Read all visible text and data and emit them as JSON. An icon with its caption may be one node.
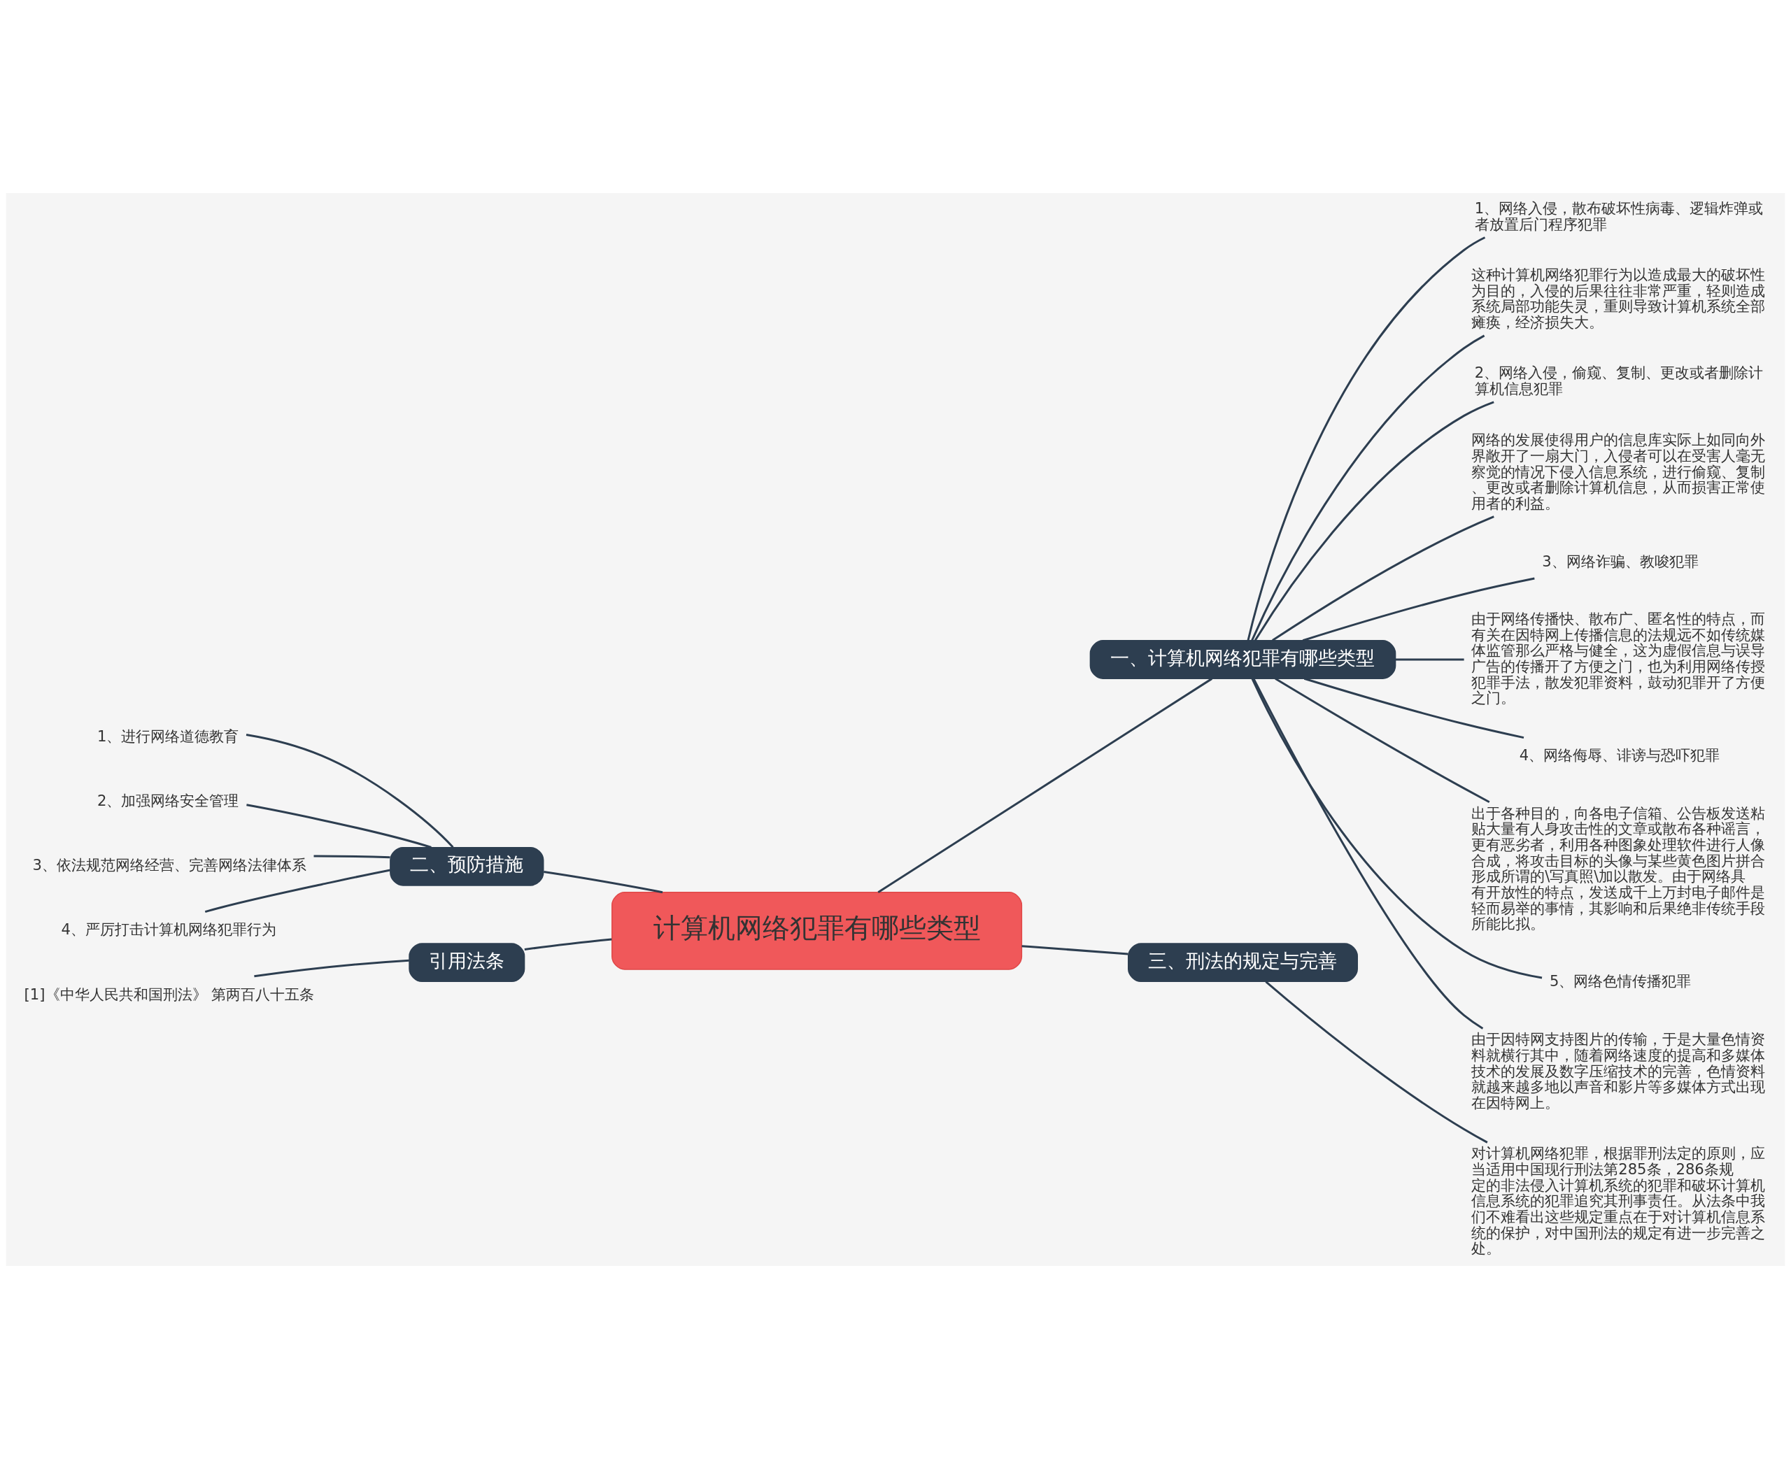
{
  "diagram": {
    "nodes": [
      {
        "text": [
          "计算机网络犯罪有哪些类型"
        ]
      },
      {
        "text": [
          "一、计算机网络犯罪有哪些类型"
        ]
      },
      {
        "text": [
          "1、网络入侵，散布破坏性病毒、逻辑炸弹或者放置后门程序犯罪"
        ]
      },
      {
        "text": [
          "这种计算机网络犯罪行为以造成最大的破坏性为目的，入侵的后果往往非常严重，轻则造成系统局部功能失灵，重则导致计算机系统全部瘫痪，经济损失大。"
        ]
      },
      {
        "text": [
          "2、网络入侵，偷窥、复制、更改或者删除计算机信息犯罪"
        ]
      },
      {
        "text": [
          "网络的发展使得用户的信息库实际上如同向外界敞开了一扇大门，入侵者可以在受害人毫无察觉的情况下侵入信息系统，进行偷窥、复制、更改或者删除计算机信息，从而损害正常使用者的利益。"
        ]
      },
      {
        "text": [
          "3、网络诈骗、教唆犯罪"
        ]
      },
      {
        "text": [
          "由于网络传播快、散布广、匿名性的特点，而有关在因特网上传播信息的法规远不如传统媒体监管那么严格与健全，这为虚假信息与误导广告的传播开了方便之门，也为利用网络传授犯罪手法，散发犯罪资料，鼓动犯罪开了方便之门。"
        ]
      },
      {
        "text": [
          "4、网络侮辱、诽谤与恐吓犯罪"
        ]
      },
      {
        "text": [
          "出于各种目的，向各电子信箱、公告板发送粘贴大量有人身攻击性的文章或散布各种谣言，更有恶劣者，利用各种图象处理软件进行人像合成，将攻击目标的头像与某些黄色图片拼合形成所谓的\\写真照\\加以散发。由于网络具有开放性的特点，发送成千上万封电子邮件是轻而易举的事情，其影响和后果绝非传统手段所能比拟。"
        ]
      },
      {
        "text": [
          "5、网络色情传播犯罪"
        ]
      },
      {
        "text": [
          "由于因特网支持图片的传输，于是大量色情资料就横行其中，随着网络速度的提高和多媒体技术的发展及数字压缩技术的完善，色情资料就越来越多地以声音和影片等多媒体方式出现在因特网上。"
        ]
      },
      {
        "text": [
          "三、刑法的规定与完善"
        ]
      },
      {
        "text": [
          "对计算机网络犯罪，根据罪刑法定的原则，应当适用中国现行刑法第285条，286条规定的非法侵入计算机系统的犯罪和破坏计算机信息系统的犯罪追究其刑事责任。从法条中我们不难看出这些规定重点在于对计算机信息系统的保护，对中国刑法的规定有进一步完善之处。"
        ]
      },
      {
        "text": [
          "二、预防措施"
        ]
      },
      {
        "text": [
          "1、进行网络道德教育"
        ]
      },
      {
        "text": [
          "2、加强网络安全管理"
        ]
      },
      {
        "text": [
          "3、依法规范网络经营、完善网络法律体系"
        ]
      },
      {
        "text": [
          "4、严厉打击计算机网络犯罪行为"
        ]
      },
      {
        "text": [
          "引用法条"
        ]
      },
      {
        "text": [
          "[1]《中华人民共和国刑法》 第两百八十五条"
        ]
      }
    ],
    "edges": [
      {
        "from": 0,
        "to": 1,
        "arrow": "none"
      },
      {
        "from": 1,
        "to": 2,
        "arrow": "none"
      },
      {
        "from": 1,
        "to": 3,
        "arrow": "none"
      },
      {
        "from": 1,
        "to": 4,
        "arrow": "none"
      },
      {
        "from": 1,
        "to": 5,
        "arrow": "none"
      },
      {
        "from": 1,
        "to": 6,
        "arrow": "none"
      },
      {
        "from": 1,
        "to": 7,
        "arrow": "none"
      },
      {
        "from": 1,
        "to": 8,
        "arrow": "none"
      },
      {
        "from": 1,
        "to": 9,
        "arrow": "none"
      },
      {
        "from": 1,
        "to": 10,
        "arrow": "none"
      },
      {
        "from": 1,
        "to": 11,
        "arrow": "none"
      },
      {
        "from": 0,
        "to": 12,
        "arrow": "none"
      },
      {
        "from": 12,
        "to": 13,
        "arrow": "none"
      },
      {
        "from": 0,
        "to": 14,
        "arrow": "none"
      },
      {
        "from": 14,
        "to": 15,
        "arrow": "none"
      },
      {
        "from": 14,
        "to": 16,
        "arrow": "none"
      },
      {
        "from": 14,
        "to": 17,
        "arrow": "none"
      },
      {
        "from": 14,
        "to": 18,
        "arrow": "none"
      },
      {
        "from": 0,
        "to": 19,
        "arrow": "none"
      },
      {
        "from": 19,
        "to": 20,
        "arrow": "none"
      }
    ]
  }
}
